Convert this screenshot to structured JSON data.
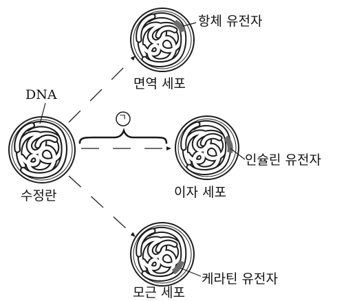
{
  "labels": {
    "dna": "DNA",
    "zygote": "수정란",
    "immune_cell": "면역 세포",
    "pancreas_cell": "이자 세포",
    "hair_cell": "모근 세포",
    "antibody_gene": "항체 유전자",
    "insulin_gene": "인슐린 유전자",
    "keratin_gene": "케라틴 유전자",
    "process_marker": "ㄱ"
  },
  "colors": {
    "line": "#1a1a1a",
    "gene_highlight": "#6b6b6b"
  }
}
